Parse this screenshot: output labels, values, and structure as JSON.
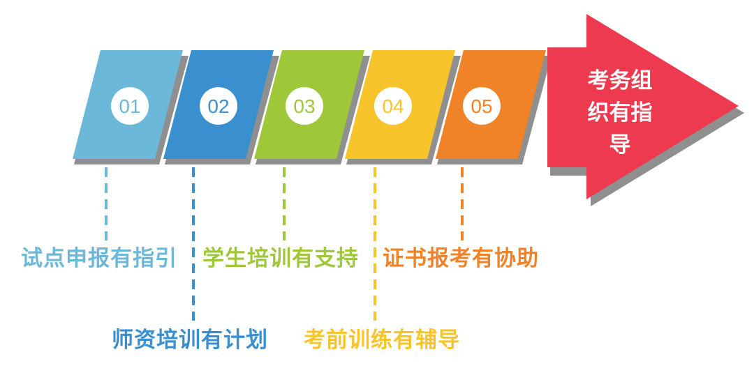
{
  "steps": [
    {
      "num": "01",
      "label": "试点申报有指引",
      "color": "#6bb8d8"
    },
    {
      "num": "02",
      "label": "师资培训有计划",
      "color": "#3a8fcf"
    },
    {
      "num": "03",
      "label": "学生培训有支持",
      "color": "#9fc73a"
    },
    {
      "num": "04",
      "label": "考前训练有辅导",
      "color": "#f8c42c"
    },
    {
      "num": "05",
      "label": "证书报考有协助",
      "color": "#f08228"
    }
  ],
  "arrow": {
    "line1": "考务组",
    "line2": "织有指",
    "line3": "导",
    "color": "#ee3a4e"
  }
}
